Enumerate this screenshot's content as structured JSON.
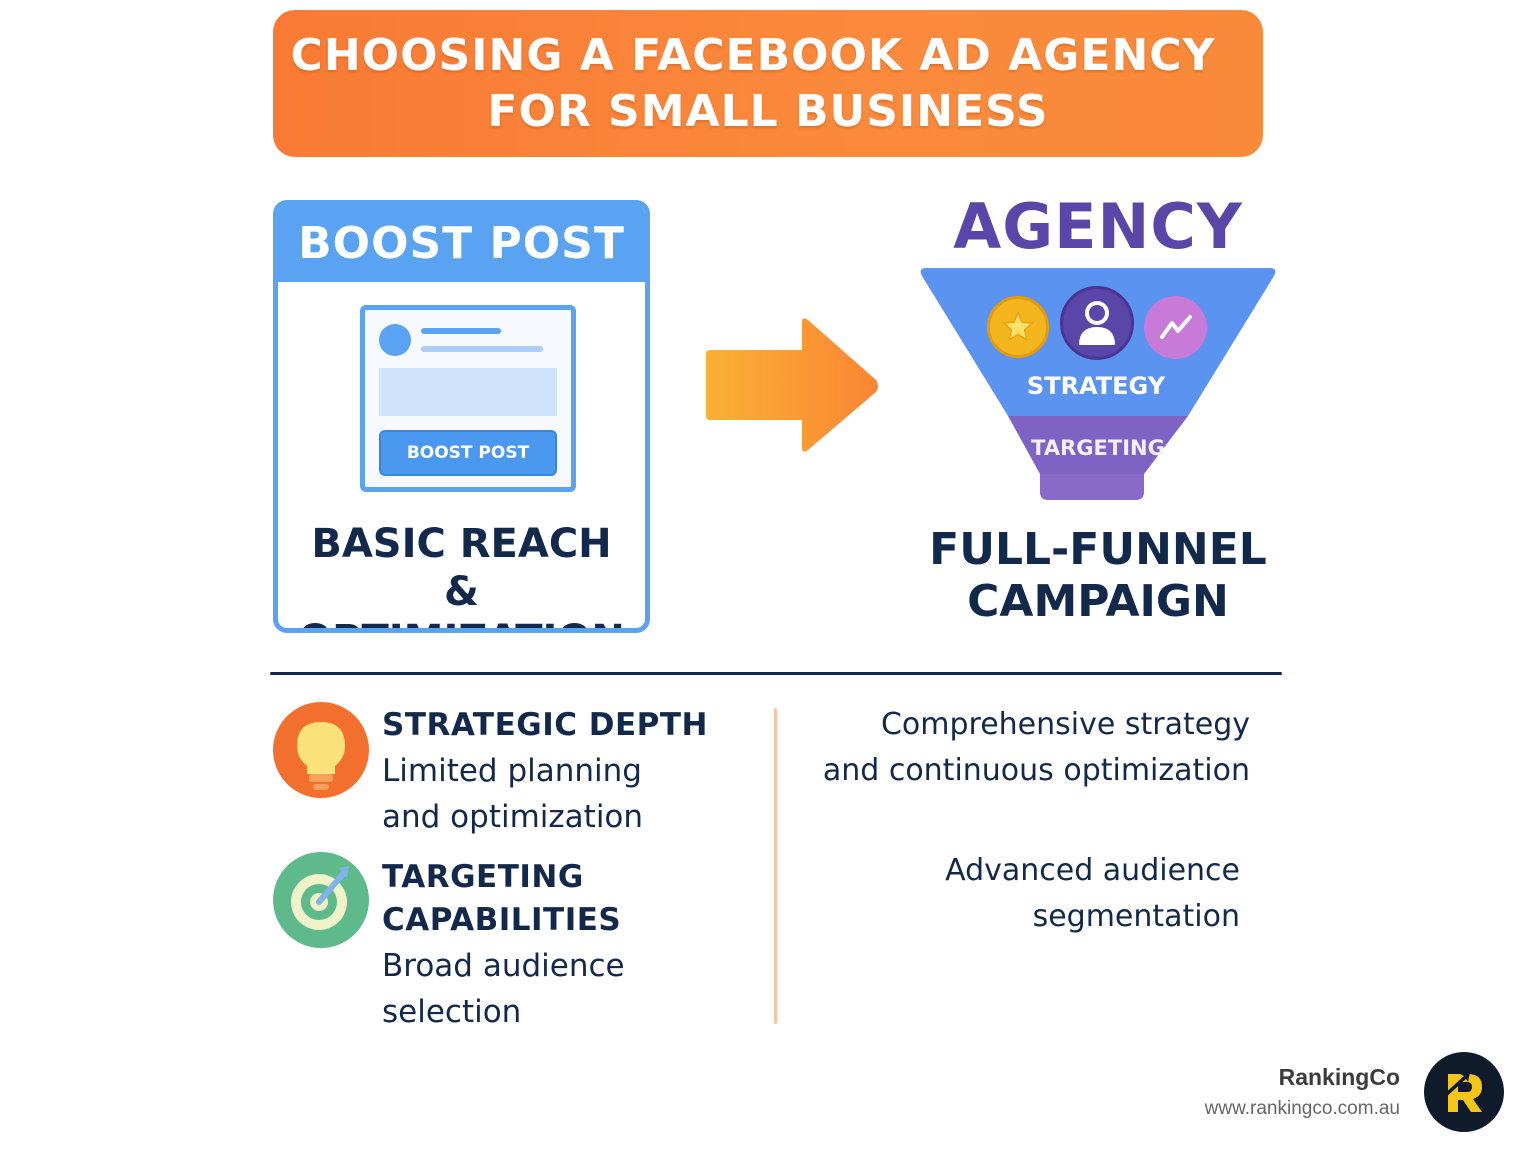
{
  "banner": {
    "line1": "CHOOSING A FACEBOOK AD AGENCY",
    "line2": "FOR SMALL BUSINESS"
  },
  "boost_post": {
    "header": "BOOST POST",
    "button_label": "BOOST POST",
    "caption_line1": "BASIC REACH",
    "caption_line2": "& OPTIMIZATION"
  },
  "agency": {
    "title": "AGENCY",
    "funnel_labels": [
      "STRATEGY",
      "TARGETING"
    ],
    "caption_line1": "FULL-FUNNEL",
    "caption_line2": "CAMPAIGN"
  },
  "comparison": [
    {
      "icon": "lightbulb-icon",
      "heading_lines": [
        "STRATEGIC DEPTH"
      ],
      "boost_lines": [
        "Limited planning",
        "and optimization"
      ],
      "agency_lines": [
        "Comprehensive strategy",
        "and continuous optimization"
      ]
    },
    {
      "icon": "target-icon",
      "heading_lines": [
        "TARGETING",
        "CAPABILITIES"
      ],
      "boost_lines": [
        "Broad audience",
        "selection"
      ],
      "agency_lines": [
        "Advanced audience",
        "segmentation"
      ]
    }
  ],
  "brand": {
    "name": "RankingCo",
    "url": "www.rankingco.com.au",
    "logo_letter": "R"
  },
  "colors": {
    "banner_orange": "#f97a34",
    "boost_blue": "#5aa3f2",
    "agency_purple": "#5a45a8",
    "navy_text": "#13294b",
    "brand_yellow": "#f5c518"
  }
}
